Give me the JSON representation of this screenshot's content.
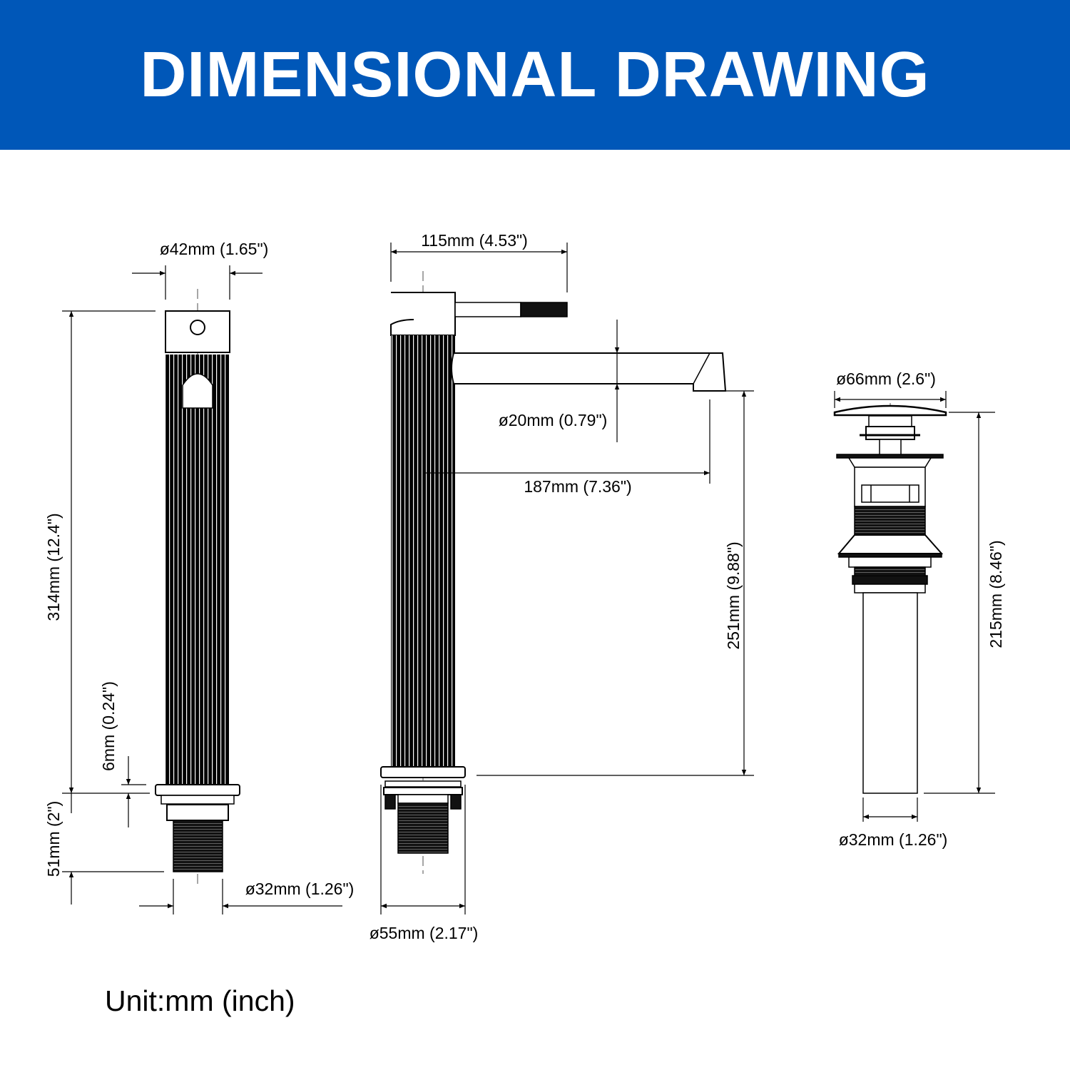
{
  "header": {
    "title": "DIMENSIONAL DRAWING",
    "background": "#0057B8"
  },
  "front_view": {
    "top_diameter": "ø42mm (1.65\")",
    "total_height": "314mm (12.4\")",
    "base_plate": "6mm (0.24\")",
    "shank_length": "51mm (2\")",
    "shank_diameter": "ø32mm (1.26\")"
  },
  "side_view": {
    "handle_length": "115mm (4.53\")",
    "spout_diameter": "ø20mm (0.79\")",
    "spout_reach": "187mm (7.36\")",
    "spout_height": "251mm (9.88\")",
    "base_diameter": "ø55mm (2.17\")"
  },
  "drain_view": {
    "cap_diameter": "ø66mm (2.6\")",
    "height": "215mm (8.46\")",
    "pipe_diameter": "ø32mm (1.26\")"
  },
  "unit_note": "Unit:mm (inch)"
}
